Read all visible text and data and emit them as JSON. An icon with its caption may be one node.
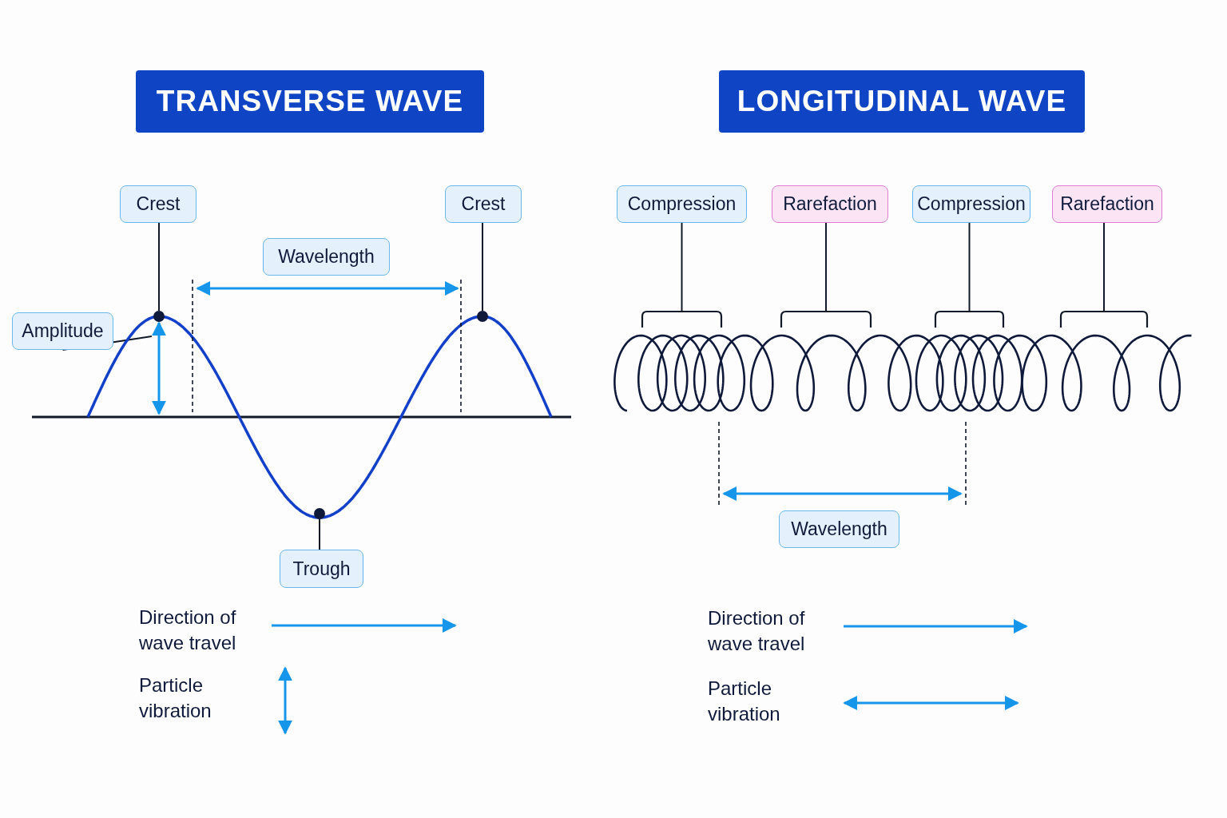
{
  "diagram": {
    "nodes": [
      {
        "text": [
          "TRANSVERSE WAVE"
        ]
      },
      {
        "text": [
          "LONGITUDINAL WAVE"
        ]
      },
      {
        "text": [
          "Crest"
        ]
      },
      {
        "text": [
          "Crest"
        ]
      },
      {
        "text": [
          "Wavelength"
        ]
      },
      {
        "text": [
          "Amplitude"
        ]
      },
      {
        "text": [
          "Trough"
        ]
      },
      {
        "text": [],
        "shape": "circle"
      },
      {
        "text": [],
        "shape": "circle"
      },
      {
        "text": [],
        "shape": "circle"
      },
      {
        "text": [
          "Compression"
        ]
      },
      {
        "text": [
          "Rarefaction"
        ]
      },
      {
        "text": [
          "Compression"
        ]
      },
      {
        "text": [
          "Rarefaction"
        ]
      },
      {
        "text": [
          "Wavelength"
        ]
      },
      {
        "text": [],
        "shape": "arrow"
      },
      {
        "text": [],
        "shape": "bracket"
      },
      {
        "text": [],
        "shape": "bracket"
      },
      {
        "text": [],
        "shape": "bracket"
      },
      {
        "text": [],
        "shape": "bracket"
      }
    ],
    "edges": [
      {
        "from": 2,
        "to": 7,
        "arrow": "none"
      },
      {
        "from": 3,
        "to": 8,
        "arrow": "none"
      },
      {
        "from": 6,
        "to": 9,
        "arrow": "none"
      },
      {
        "from": 5,
        "to": 15,
        "arrow": "none"
      },
      {
        "from": 10,
        "to": 16,
        "arrow": "none"
      },
      {
        "from": 11,
        "to": 17,
        "arrow": "none"
      },
      {
        "from": 12,
        "to": 18,
        "arrow": "none"
      },
      {
        "from": 13,
        "to": 19,
        "arrow": "none"
      }
    ],
    "labels": [
      "Direction of wave travel",
      "Particle vibration",
      "Direction of wave travel",
      "Particle vibration"
    ]
  }
}
